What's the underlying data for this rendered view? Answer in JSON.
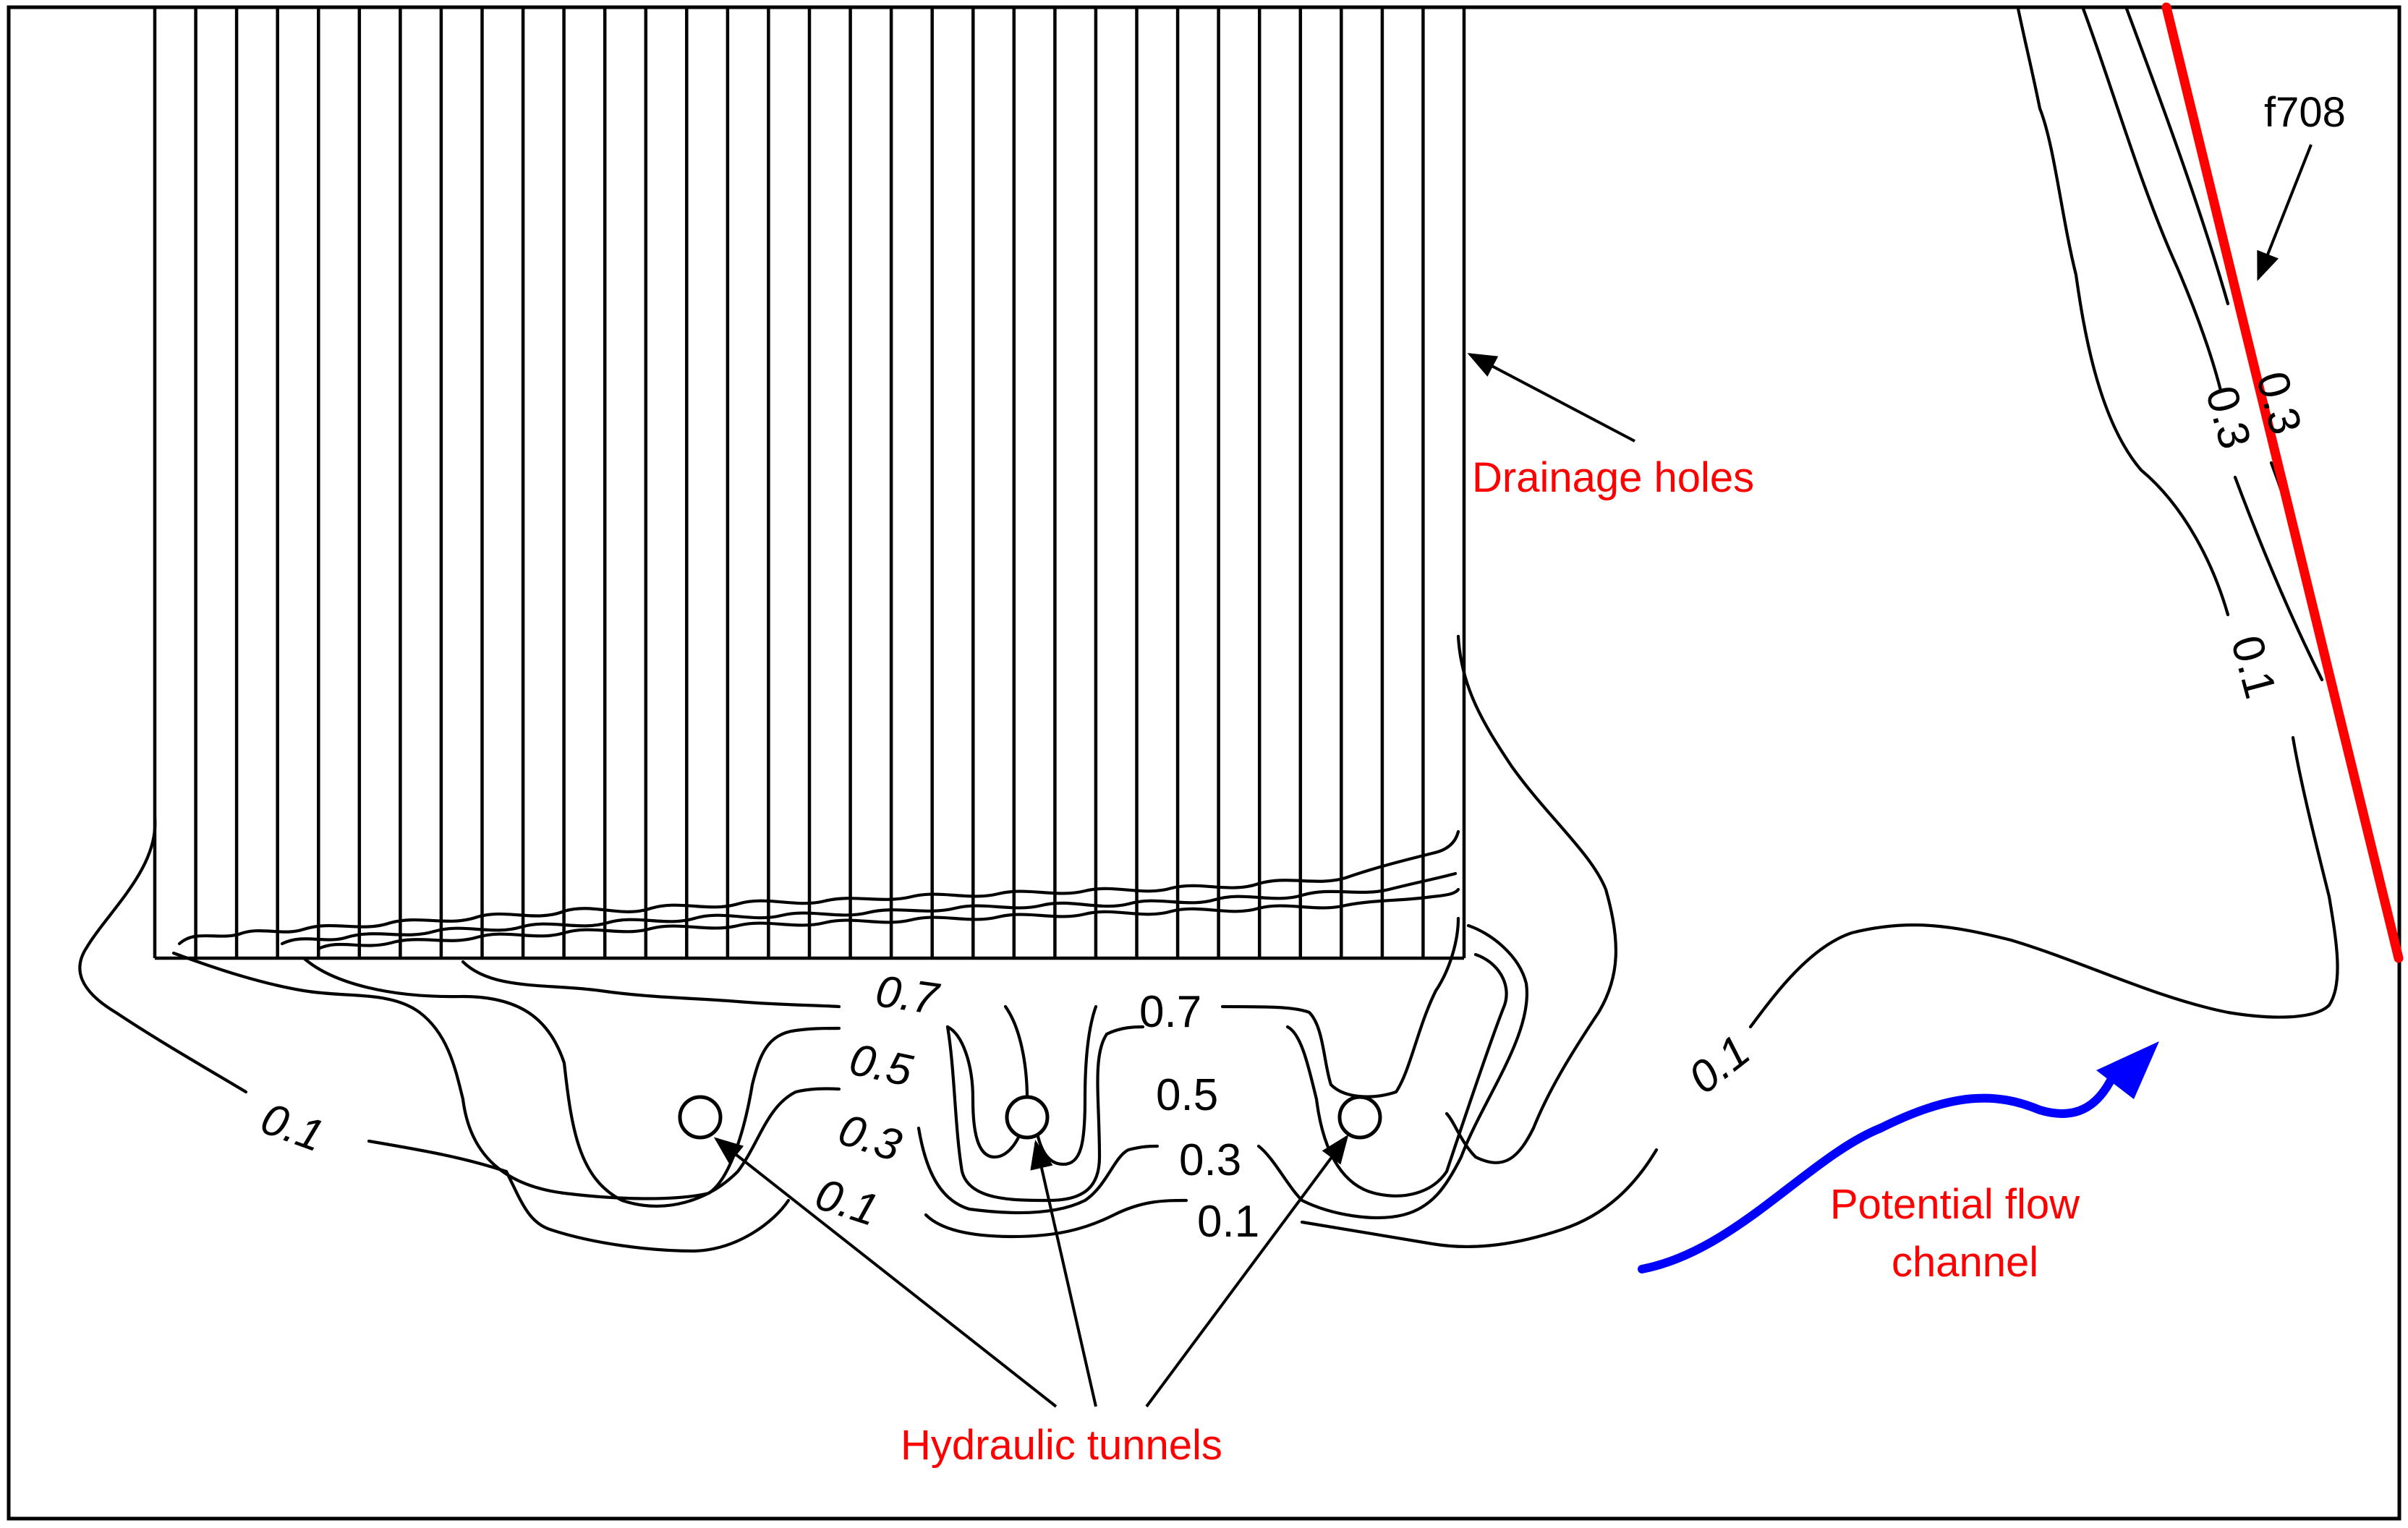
{
  "labels": {
    "drainage_holes": "Drainage holes",
    "hydraulic_tunnels": "Hydraulic tunnels",
    "flow_channel_line1": "Potential flow",
    "flow_channel_line2": "channel",
    "fault": "f708"
  },
  "contours": {
    "c07_left": "0.7",
    "c07_right": "0.7",
    "c05_left": "0.5",
    "c05_right": "0.5",
    "c03_left": "0.3",
    "c03_right": "0.3",
    "c01_left": "0.1",
    "c01_mid_left": "0.1",
    "c01_mid_right": "0.1",
    "c01_right": "0.1",
    "fault_03_left": "0.3",
    "fault_03_right": "0.3",
    "fault_01": "0.1"
  },
  "colors": {
    "annotation": "#ff0000",
    "fault_line": "#ff0000",
    "flow_arrow": "#0000ff",
    "lines": "#000000"
  }
}
